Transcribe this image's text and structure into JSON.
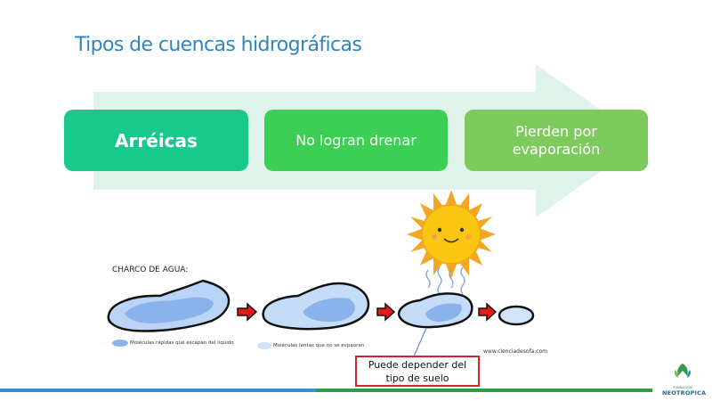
{
  "slide": {
    "title": "Tipos de cuencas hidrográficas",
    "steps": [
      {
        "label": "Arréicas"
      },
      {
        "label": "No logran drenar"
      },
      {
        "label": "Pierden por\nevaporación"
      }
    ],
    "colors": {
      "title": "#2f86ba",
      "step1": "#19c98c",
      "step2": "#3dce55",
      "step3": "#7ccb5c",
      "arrow": "#dff3eb",
      "callout_border": "#d0262d"
    }
  },
  "illustration": {
    "label": "CHARCO DE AGUA:",
    "legend": [
      {
        "text": "Moléculas rápidas que escapan del líquido",
        "color": "#8bb3ec"
      },
      {
        "text": "Moléculas lentas que no se evpaoran",
        "color": "#cfe2fb"
      }
    ],
    "source": "www.cienciadesofa.com",
    "icons": [
      "sun-icon",
      "puddle-icon",
      "right-arrow-icon"
    ]
  },
  "callout": {
    "text": "Puede depender del\ntipo de suelo"
  },
  "logo": {
    "small_text": "FUNDACIÓN",
    "name": "NEOTROPICA"
  }
}
